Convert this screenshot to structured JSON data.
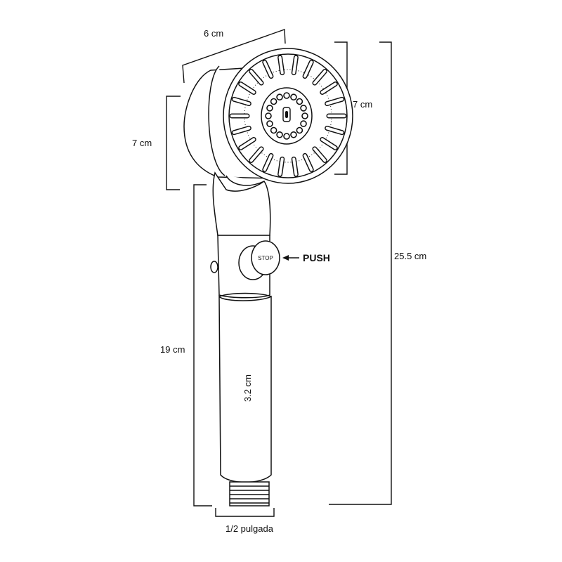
{
  "labels": {
    "head_depth": "6 cm",
    "head_height_left": "7 cm",
    "head_height_right": "7 cm",
    "total_length": "25.5 cm",
    "handle_length": "19 cm",
    "handle_diameter": "3.2 cm",
    "thread_size": "1/2 pulgada",
    "push": "PUSH",
    "stop_button": "STOP"
  }
}
